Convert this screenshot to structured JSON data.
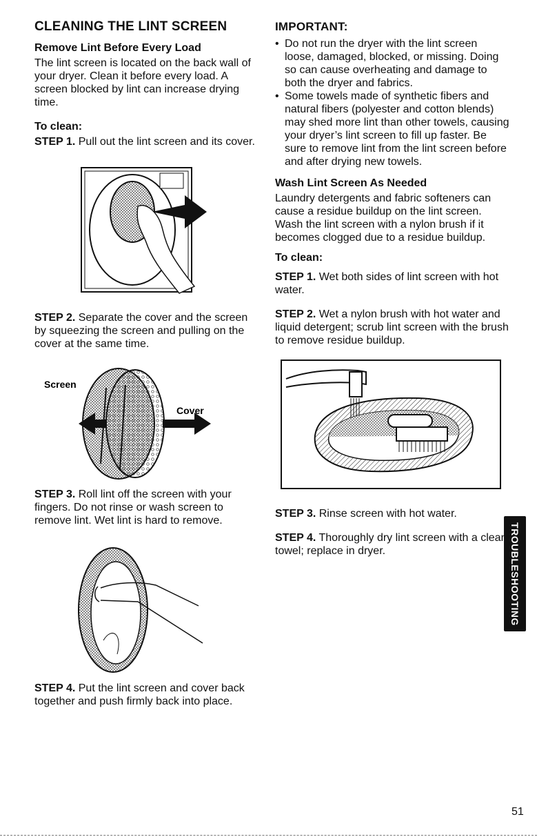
{
  "left": {
    "title": "CLEANING THE LINT SCREEN",
    "section1": {
      "heading": "Remove Lint Before Every Load",
      "body": "The lint screen is located on the back wall of your dryer. Clean it before every load. A screen blocked by lint can increase drying time."
    },
    "to_clean": "To clean:",
    "step1": {
      "label": "STEP 1.",
      "text": " Pull out the lint screen and its cover."
    },
    "step2": {
      "label": "STEP 2.",
      "text": " Separate the cover and the screen by squeezing the screen and pulling on the cover at the same time."
    },
    "fig2": {
      "screen_label": "Screen",
      "cover_label": "Cover"
    },
    "step3": {
      "label": "STEP 3.",
      "text": " Roll lint off the screen with your fingers. Do not rinse or wash screen to remove lint. Wet lint is hard to remove."
    },
    "step4": {
      "label": "STEP 4.",
      "text": " Put the lint screen and cover back together and push firmly back into place."
    }
  },
  "right": {
    "important_heading": "IMPORTANT:",
    "bullets": [
      "Do not run the dryer with the lint screen loose, damaged, blocked, or missing. Doing so can cause overheating and damage to both the dryer and fabrics.",
      "Some towels made of synthetic fibers and natural fibers (polyester and cotton blends) may shed more lint than other towels, causing your dryer’s lint screen to fill up faster. Be sure to remove lint from the lint screen before and after drying new towels."
    ],
    "section2": {
      "heading": "Wash Lint Screen As Needed",
      "body": "Laundry detergents and fabric softeners can cause a residue buildup on the lint screen. Wash the lint screen with a nylon brush if it becomes clogged due to a residue buildup."
    },
    "to_clean": "To clean:",
    "step1": {
      "label": "STEP 1.",
      "text": " Wet both sides of lint screen with hot water."
    },
    "step2": {
      "label": "STEP 2.",
      "text": " Wet a nylon brush with hot water and liquid detergent; scrub lint screen with the brush to remove residue buildup."
    },
    "step3": {
      "label": "STEP 3.",
      "text": " Rinse screen with hot water."
    },
    "step4": {
      "label": "STEP 4.",
      "text": " Thoroughly dry lint screen with a clean towel; replace in dryer."
    }
  },
  "side_tab": "TROUBLESHOOTING",
  "page_number": "51"
}
